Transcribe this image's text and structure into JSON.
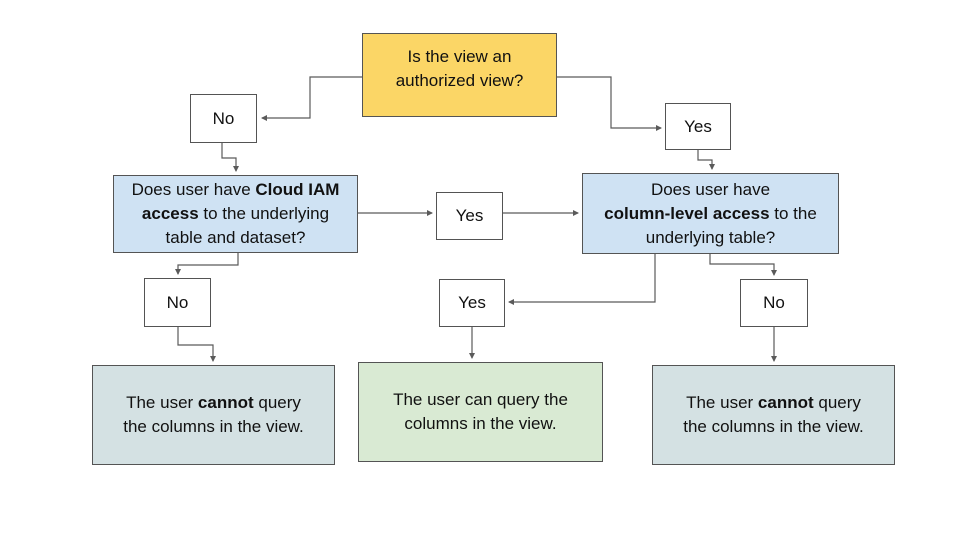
{
  "colors": {
    "decision": "#FBD666",
    "question": "#CFE2F3",
    "success": "#D9EAD3",
    "failure": "#D4E1E3",
    "border": "#545454",
    "connector": "#5a5a5a",
    "text": "#111111"
  },
  "nodes": {
    "root": {
      "lines": [
        "Is the view an",
        "authorized view?"
      ]
    },
    "branch_no_1": {
      "label": "No"
    },
    "branch_yes_1": {
      "label": "Yes"
    },
    "q_iam": {
      "lines": [
        {
          "pre": "Does user have ",
          "bold": "Cloud IAM",
          "post": ""
        },
        {
          "pre": "",
          "bold": "access",
          "post": " to the underlying"
        },
        {
          "pre": "table and dataset?",
          "bold": "",
          "post": ""
        }
      ]
    },
    "branch_yes_2": {
      "label": "Yes"
    },
    "q_column": {
      "lines": [
        {
          "pre": "Does user have",
          "bold": "",
          "post": ""
        },
        {
          "pre": "",
          "bold": "column-level access",
          "post": " to the"
        },
        {
          "pre": "underlying table?",
          "bold": "",
          "post": ""
        }
      ]
    },
    "branch_no_2": {
      "label": "No"
    },
    "branch_yes_3": {
      "label": "Yes"
    },
    "branch_no_3": {
      "label": "No"
    },
    "result_left": {
      "lines": [
        {
          "pre": "The user ",
          "bold": "cannot",
          "post": " query"
        },
        {
          "pre": "the columns in the view.",
          "bold": "",
          "post": ""
        }
      ]
    },
    "result_center": {
      "lines": [
        {
          "pre": "The user can query the",
          "bold": "",
          "post": ""
        },
        {
          "pre": "columns in the view.",
          "bold": "",
          "post": ""
        }
      ]
    },
    "result_right": {
      "lines": [
        {
          "pre": "The user ",
          "bold": "cannot",
          "post": " query"
        },
        {
          "pre": "the columns in the view.",
          "bold": "",
          "post": ""
        }
      ]
    }
  }
}
